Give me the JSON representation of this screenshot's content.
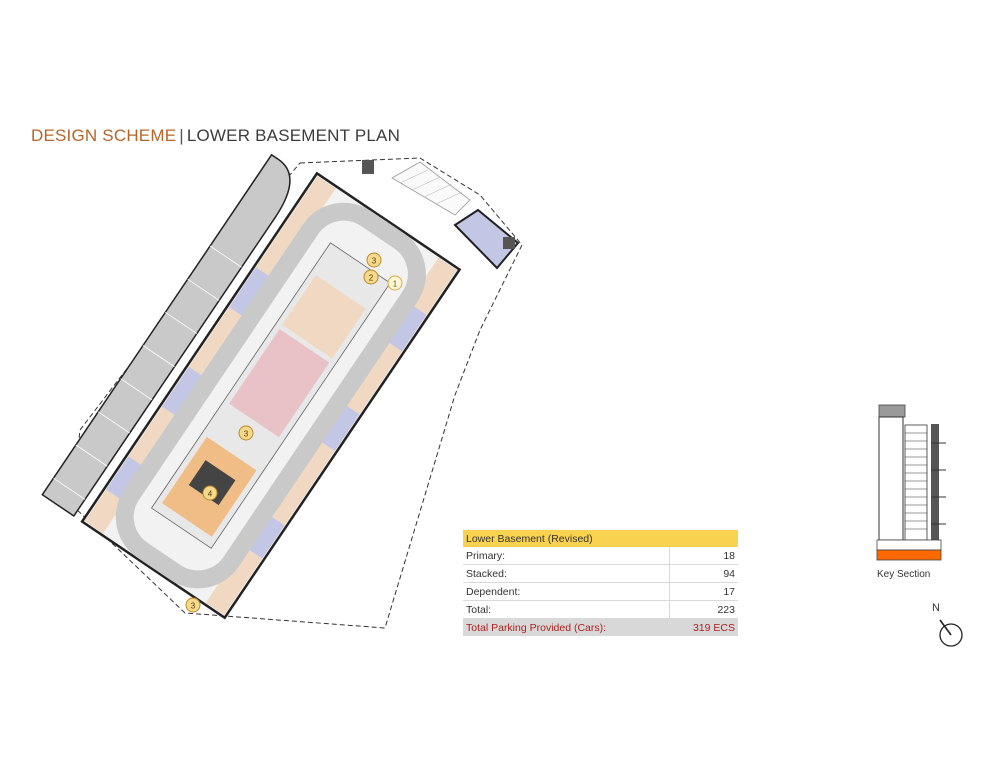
{
  "title": {
    "scheme": "DESIGN SCHEME",
    "separator": "|",
    "plan": "LOWER BASEMENT  PLAN"
  },
  "callouts": [
    "1",
    "2",
    "3",
    "3",
    "4",
    "3"
  ],
  "parking_table": {
    "header": "Lower Basement (Revised)",
    "rows": [
      {
        "label": "Primary:",
        "value": "18"
      },
      {
        "label": "Stacked:",
        "value": "94"
      },
      {
        "label": "Dependent:",
        "value": "17"
      },
      {
        "label": "Total:",
        "value": "223"
      }
    ],
    "total": {
      "label": "Total Parking Provided (Cars):",
      "value": "319 ECS"
    }
  },
  "key_section": {
    "caption": "Key Section"
  },
  "north": {
    "label": "N"
  },
  "colors": {
    "title_accent": "#b5652a",
    "driveway": "#c9c9c9",
    "parking_lavender": "#c4c6e6",
    "parking_pink": "#e9c2c8",
    "parking_tan": "#f1d8c2",
    "core_orange": "#efbd85",
    "table_header": "#f9d24f",
    "table_total_bg": "#d8d8d8",
    "table_total_text": "#b02020",
    "highlight_level": "#ff6a00"
  }
}
